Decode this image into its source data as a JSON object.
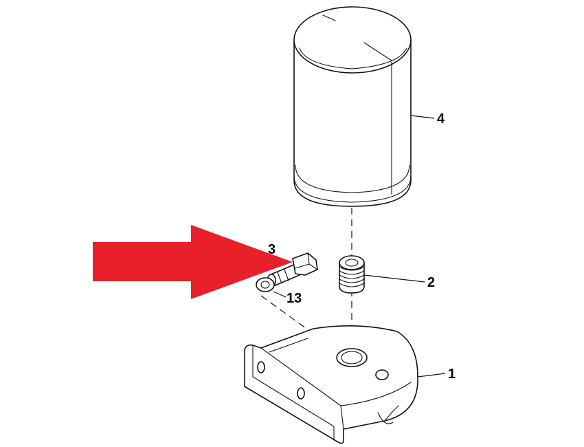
{
  "callouts": {
    "part_1": "1",
    "part_2": "2",
    "part_3": "3",
    "part_4": "4",
    "part_13": "13"
  },
  "arrow_color": "#e8202a",
  "line_color": "#111111"
}
